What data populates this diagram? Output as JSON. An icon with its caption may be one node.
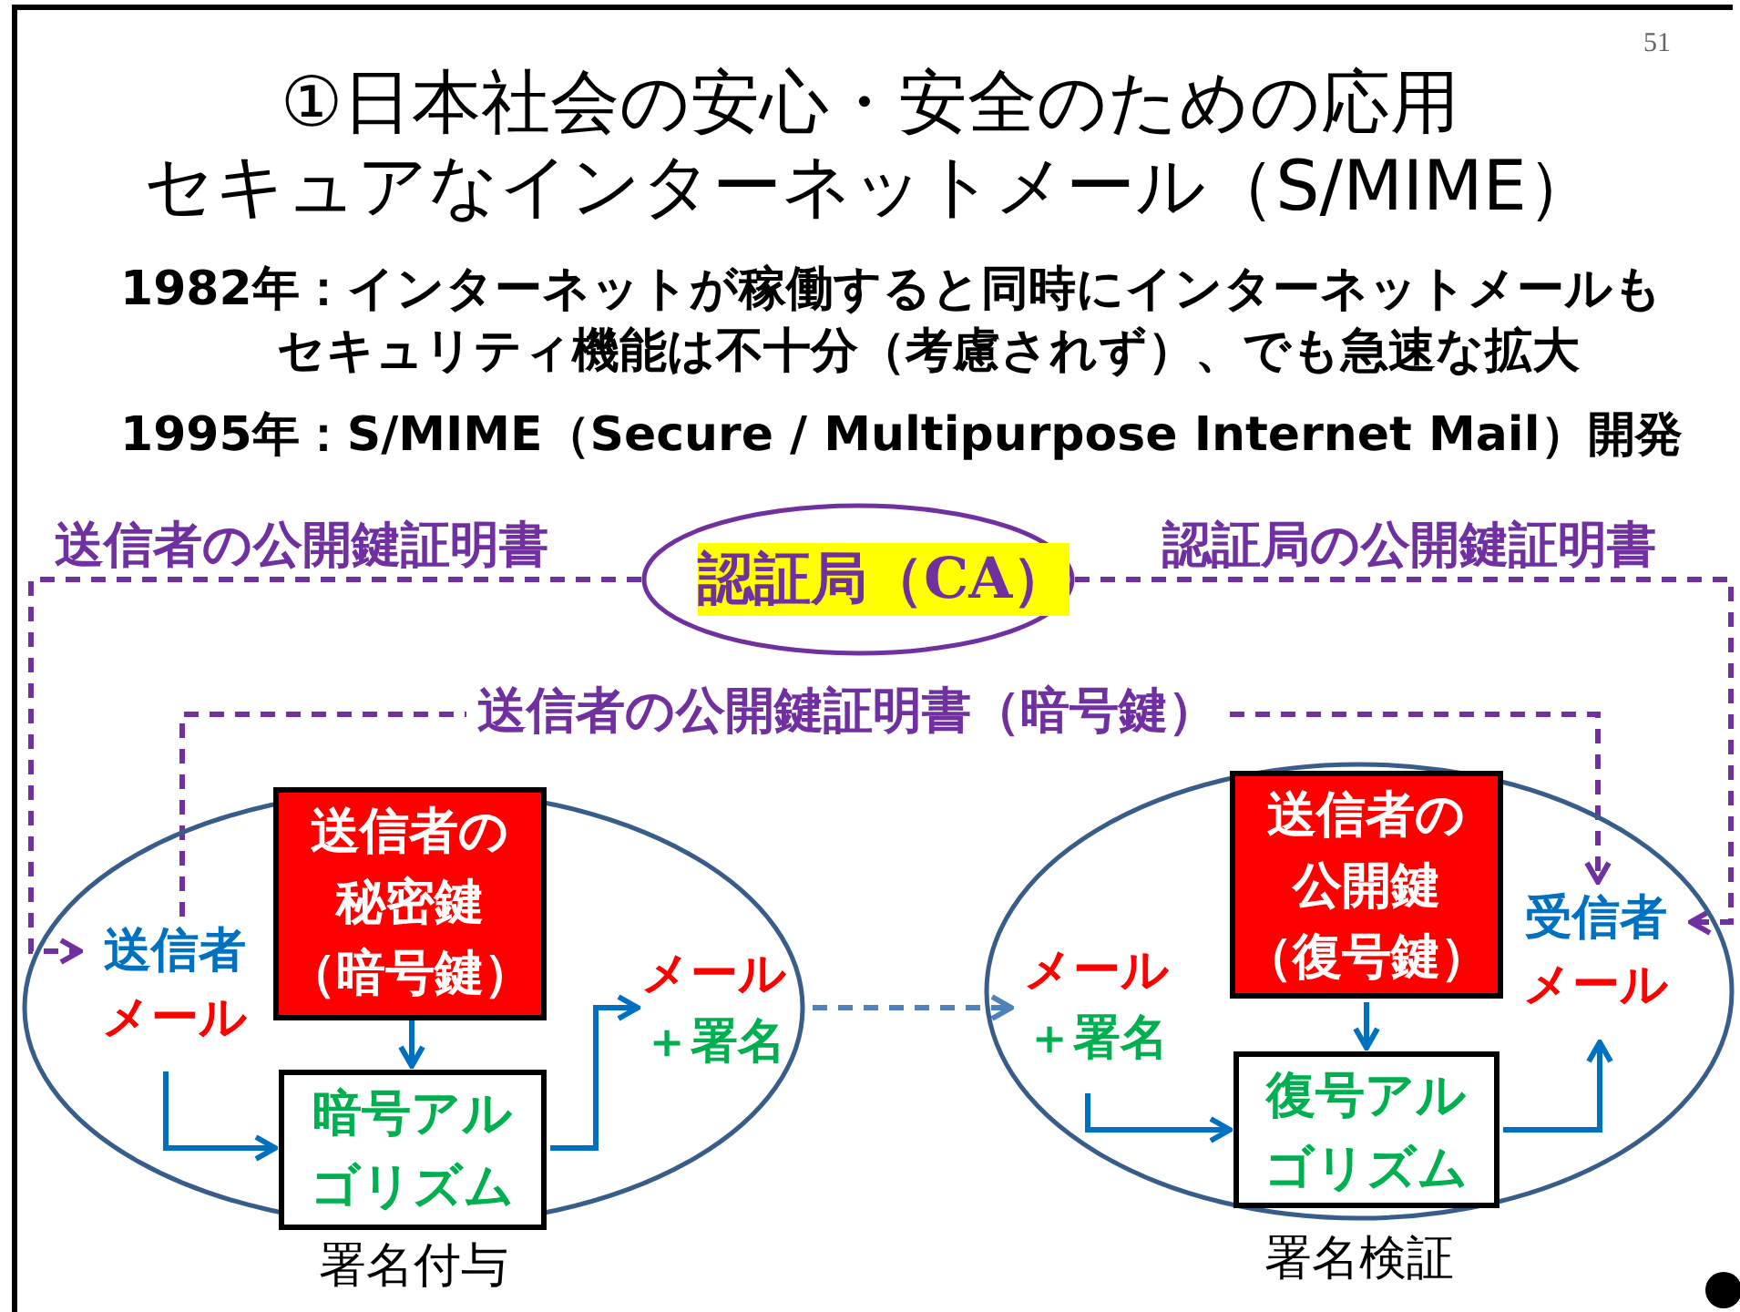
{
  "diagram": {
    "title": "①日本社会の安心・安全のための応用",
    "nodes": [
      {
        "text": [
          "認証局（CA）"
        ]
      },
      {
        "text": [],
        "shape": "ellipse",
        "beside": [
          "署名付与"
        ]
      },
      {
        "text": [
          "送信者",
          "メール"
        ],
        "in": 1
      },
      {
        "text": [
          "送信者の秘密鍵",
          "（暗号鍵）"
        ],
        "in": 1
      },
      {
        "text": [
          "暗号アルゴリズム"
        ],
        "in": 1
      },
      {
        "text": [
          "メール",
          "＋署名"
        ],
        "in": 1
      },
      {
        "text": [],
        "shape": "ellipse",
        "beside": [
          "署名検証"
        ]
      },
      {
        "text": [
          "メール",
          "＋署名"
        ],
        "in": 6
      },
      {
        "text": [
          "送信者の公開鍵",
          "（復号鍵）"
        ],
        "in": 6
      },
      {
        "text": [
          "復号アルゴリズム"
        ],
        "in": 6
      },
      {
        "text": [
          "受信者",
          "メール"
        ],
        "in": 6
      }
    ],
    "edges": [
      {
        "from": 0,
        "to": 2,
        "arrow": "to",
        "label": "送信者の公開鍵証明書",
        "style": "dashed",
        "color": "#7030a0"
      },
      {
        "from": 0,
        "to": 10,
        "arrow": "to",
        "label": "認証局の公開鍵証明書",
        "style": "dashed",
        "color": "#7030a0"
      },
      {
        "from": 2,
        "to": 10,
        "arrow": "to",
        "label": "送信者の公開鍵証明書（暗号鍵）",
        "style": "dashed",
        "color": "#7030a0"
      },
      {
        "from": 2,
        "to": 4,
        "arrow": "to"
      },
      {
        "from": 3,
        "to": 4,
        "arrow": "to"
      },
      {
        "from": 4,
        "to": 5,
        "arrow": "to"
      },
      {
        "from": 5,
        "to": 7,
        "arrow": "to",
        "style": "dashed",
        "color": "#4f81bd"
      },
      {
        "from": 7,
        "to": 9,
        "arrow": "to"
      },
      {
        "from": 8,
        "to": 9,
        "arrow": "to"
      },
      {
        "from": 9,
        "to": 10,
        "arrow": "to"
      }
    ],
    "labels": [
      "51",
      "セキュアなインターネットメール（S/MIME）",
      "1982年：インターネットが稼働すると同時にインターネットメールもセキュリティ機能は不十分（考慮されず）、でも急速な拡大",
      "1995年：S/MIME（Secure / Multipurpose Internet Mail）開発"
    ]
  }
}
